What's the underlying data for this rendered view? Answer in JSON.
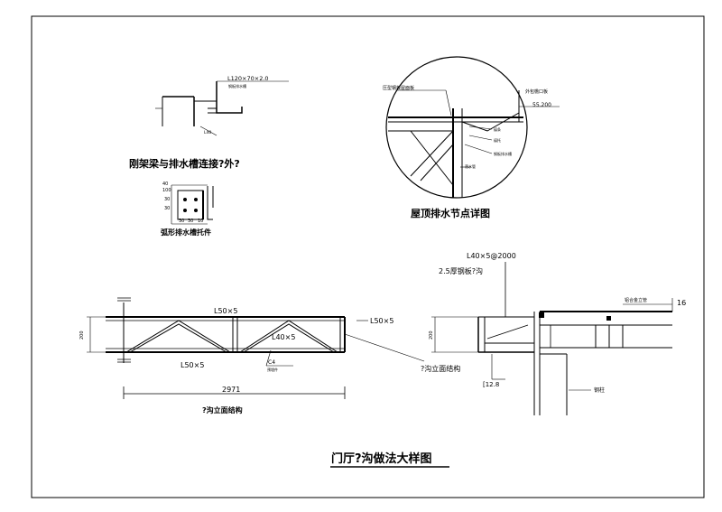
{
  "labels": {
    "top_left_dim": "L120×70×2.0",
    "top_left_small": "钢板排水槽",
    "top_left_note": "L40",
    "top_left_caption": "刚架梁与排水槽连接?外?",
    "bracket_dims": [
      "40",
      "100",
      "30",
      "30",
      "30",
      "30",
      "10"
    ],
    "bracket_caption": "弧形排水槽托件",
    "roof_label1": "压型钢板屋面板",
    "roof_label2": "外包檐口板",
    "roof_elev": "55.200",
    "roof_note1": "檩条",
    "roof_note2": "檩托",
    "roof_note3": "钢板排水槽",
    "roof_note4": "落水管",
    "roof_caption": "屋顶排水节点详图",
    "truss_top": "L50×5",
    "truss_right": "L50×5",
    "truss_mid": "L40×5",
    "truss_bot": "L50×5",
    "truss_c": "C4",
    "truss_c_note": "预埋件",
    "truss_height": "200",
    "truss_length": "2971",
    "truss_caption": "?沟立面结构",
    "right_top_dim": "L40×5@2000",
    "right_plate": "2.5厚钢板?沟",
    "right_height": "200",
    "right_ref": "?沟立面结构",
    "right_c": "[12.8",
    "right_pipe": "铝合金立管",
    "right_num": "16",
    "right_col": "钢柱",
    "main_title": "门厅?沟做法大样图"
  }
}
